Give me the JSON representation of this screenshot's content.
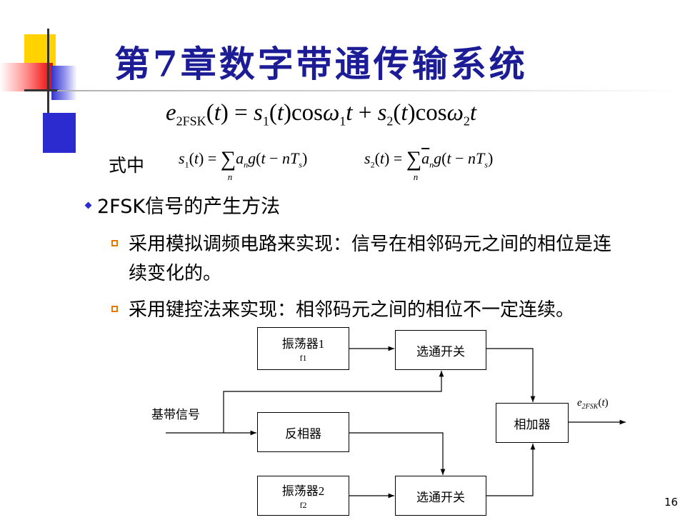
{
  "slide": {
    "title": "第7章数字带通传输系统",
    "page_number": "16"
  },
  "equations": {
    "main": "e2FSK(t) = s1(t)cos ω1t + s2(t)cos ω2t",
    "where_label": "式中",
    "s1": "s1(t) = Σn an g(t − nTs)",
    "s2": "s2(t) = Σn ān g(t − nTs)"
  },
  "bullets": {
    "main": "2FSK信号的产生方法",
    "sub1_line1": "采用模拟调频电路来实现：信号在相邻码元之间的相位是连",
    "sub1_line2": "续变化的。",
    "sub2": "采用键控法来实现：相邻码元之间的相位不一定连续。"
  },
  "diagram": {
    "oscillator1": "振荡器1",
    "oscillator1_freq": "f1",
    "switch1": "选通开关",
    "baseband_signal": "基带信号",
    "inverter": "反相器",
    "adder": "相加器",
    "output_label": "e2FSK(t)",
    "oscillator2": "振荡器2",
    "oscillator2_freq": "f2",
    "switch2": "选通开关"
  },
  "colors": {
    "title": "#1c1c96",
    "bullet_diamond": "#2b2bd0",
    "bullet_square": "#e07b00",
    "deco_yellow": "#ffd200",
    "deco_red": "#f00000",
    "deco_blue": "#2b2bd0"
  },
  "icons": {
    "main_bullet": "diamond-bullet-icon",
    "sub_bullet": "square-bullet-icon"
  }
}
